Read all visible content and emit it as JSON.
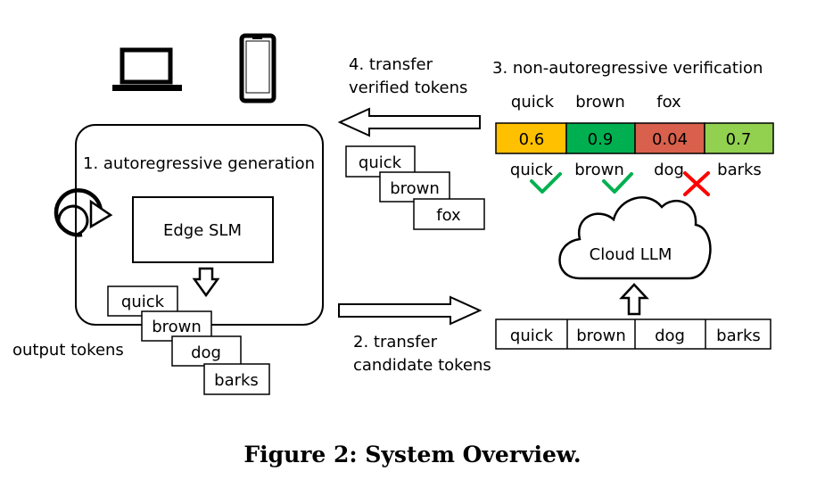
{
  "step1": "1. autoregressive generation",
  "edge_model": "Edge SLM",
  "output_label": "output tokens",
  "output_tokens": [
    "quick",
    "brown",
    "dog",
    "barks"
  ],
  "step2_line1": "2. transfer",
  "step2_line2": "candidate tokens",
  "candidate_tokens": [
    "quick",
    "brown",
    "dog",
    "barks"
  ],
  "cloud_model": "Cloud LLM",
  "step3": "3. non-autoregressive verification",
  "verified_header": [
    "quick",
    "brown",
    "fox"
  ],
  "scores": [
    {
      "value": "0.6",
      "color": "#ffc000"
    },
    {
      "value": "0.9",
      "color": "#00b050"
    },
    {
      "value": "0.04",
      "color": "#d9604c"
    },
    {
      "value": "0.7",
      "color": "#92d050"
    }
  ],
  "verify_tokens": [
    "quick",
    "brown",
    "dog",
    "barks"
  ],
  "verify_marks": [
    "check",
    "check",
    "cross",
    "none"
  ],
  "check_color": "#00b050",
  "cross_color": "#ff0000",
  "step4_line1": "4. transfer",
  "step4_line2": "verified tokens",
  "transfer_tokens": [
    "quick",
    "brown",
    "fox"
  ],
  "caption": "Figure 2: System Overview."
}
